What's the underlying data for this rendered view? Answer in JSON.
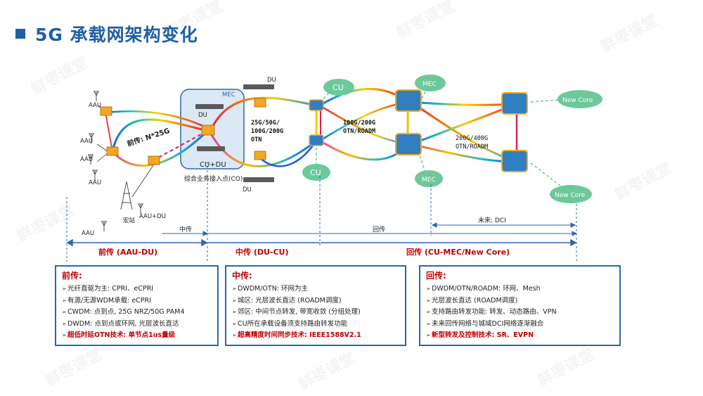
{
  "title": "5G 承载网架构变化",
  "watermark": "鲜枣课堂",
  "diagram": {
    "aau_label": "AAU",
    "aau_du_label": "AAU+DU",
    "macro_label": "宏站",
    "du_label": "DU",
    "cu_du_label": "CU+DU",
    "co_label": "综合业务接入点(CO)",
    "fronthaul_rate": "前传: N*25G",
    "midhaul_rates": [
      "25G/50G/",
      "100G/200G",
      "OTN"
    ],
    "backhaul_rates": [
      "100G/200G",
      "OTN/ROADM"
    ],
    "core_rates": [
      "200G/400G",
      "OTN/ROADM"
    ],
    "cu_label": "CU",
    "mec_label": "MEC",
    "new_core_label": "New Core",
    "midhaul_small": "中传",
    "backhaul_small": "回传",
    "future_dci": "未来: DCI",
    "section_front": "前传 (AAU-DU)",
    "section_mid": "中传 (DU-CU)",
    "section_back": "回传 (CU-MEC/New Core)"
  },
  "boxes": [
    {
      "title": "前传:",
      "items": [
        "光纤直驱为主: CPRI、eCPRI",
        "有源/无源WDM承载: eCPRI",
        "CWDM: 点到点, 25G NRZ/50G PAM4",
        "DWDM: 点到点或环网, 光层波长直达"
      ],
      "highlight": "超低时延OTN技术: 单节点1us量级"
    },
    {
      "title": "中传:",
      "items": [
        "DWDM/OTN: 环网为主",
        "城区: 光层波长直达 (ROADM调度)",
        "郊区: 中间节点转发, 带宽收敛 (分组处理)",
        "CU所在承载设备须支持路由转发功能"
      ],
      "highlight": "超高精度时间同步技术: IEEE1588V2.1"
    },
    {
      "title": "回传:",
      "items": [
        "DWDM/OTN/ROADM: 环网、Mesh",
        "光层波长直达 (ROADM调度)",
        "支持路由转发功能: 转发、动态路由、VPN",
        "未来回传网络与城域DCI网络逐渐融合"
      ],
      "highlight": "新型转发及控制技术: SR、EVPN"
    }
  ],
  "colors": {
    "title_blue": "#1f5fa5",
    "box_border": "#2e67ab",
    "highlight_red": "#c00000",
    "device_orange": "#f5a623",
    "router_blue": "#2f7fc1",
    "cloud_green": "#6dc89a"
  }
}
